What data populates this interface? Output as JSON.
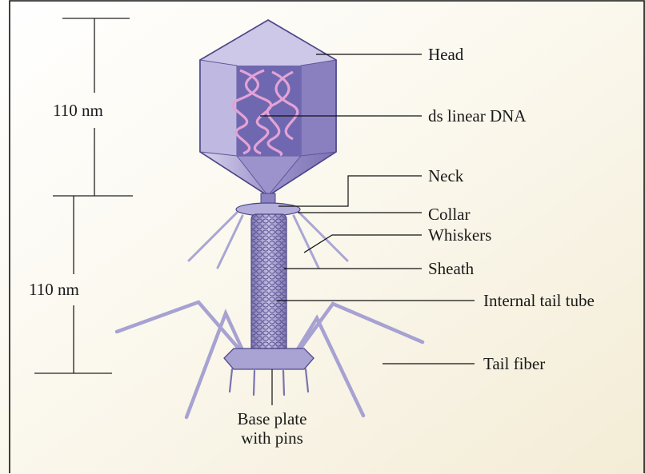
{
  "dimensions": {
    "top": "110 nm",
    "bottom": "110 nm"
  },
  "labels": {
    "head": "Head",
    "dna": "ds linear DNA",
    "neck": "Neck",
    "collar": "Collar",
    "whiskers": "Whiskers",
    "sheath": "Sheath",
    "tail_tube": "Internal tail tube",
    "tail_fiber": "Tail fiber",
    "base_plate_line1": "Base plate",
    "base_plate_line2": "with pins"
  },
  "colors": {
    "capsid": "#a99fd0",
    "capsid_dark": "#6f64a8",
    "dna": "#e4a2d6",
    "tail": "#9c95c8",
    "fiber": "#a7a2d2",
    "paper": "#f7f1e1",
    "ink": "#1a1a1a"
  }
}
